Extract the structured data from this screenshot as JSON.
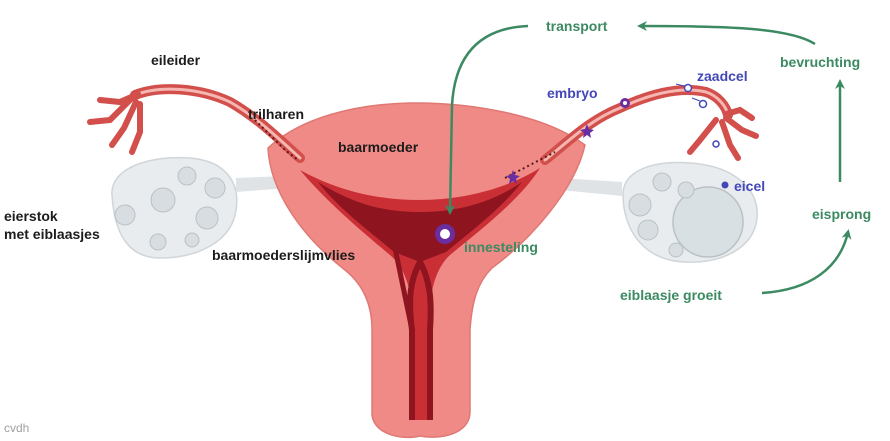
{
  "colors": {
    "uterus": "#f08a86",
    "uterus_edge": "#e07874",
    "tube": "#d24f4b",
    "lining": "#c92f35",
    "lining_dark": "#8e1420",
    "ovary": "#e9ecee",
    "follicle": "#d7dde1",
    "process": "#3c8a62",
    "cell": "#4447b8",
    "embryo": "#6b2ea0",
    "text": "#1c1c1c",
    "credit": "#a0a0a0"
  },
  "labels": {
    "eileider": "eileider",
    "trilharen": "trilharen",
    "baarmoeder": "baarmoeder",
    "eierstok_line1": "eierstok",
    "eierstok_line2": "met eiblaasjes",
    "slijmvlies": "baarmoederslijmvlies",
    "transport": "transport",
    "embryo": "embryo",
    "zaadcel": "zaadcel",
    "bevruchting": "bevruchting",
    "eicel": "eicel",
    "eisprong": "eisprong",
    "innesteling": "innesteling",
    "eiblaasje_groeit": "eiblaasje groeit",
    "credit": "cvdh"
  },
  "icons": {
    "process_arrows": "arrow-icon",
    "embryo_marks": "star-cell-icon",
    "sperm_marks": "sperm-cell-icon"
  }
}
